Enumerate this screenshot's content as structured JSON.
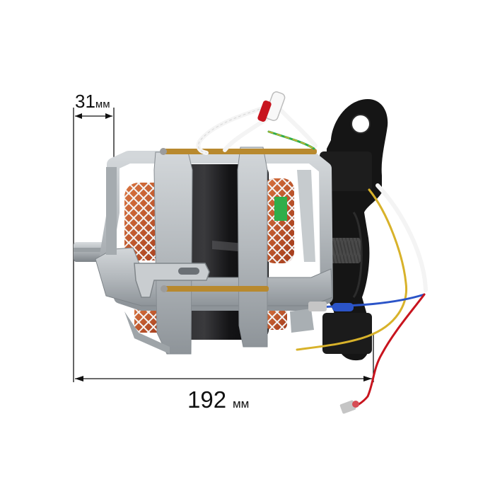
{
  "product": {
    "kind": "electric-motor-photo"
  },
  "dimensions": {
    "shaft_length": {
      "value": "31",
      "unit": "мм"
    },
    "total_length": {
      "value": "192",
      "unit": "мм"
    }
  },
  "colors": {
    "aluminum": "#b9bec2",
    "aluminum_dark": "#8d9398",
    "stator_core": "#1c1c1e",
    "copper": "#c4542a",
    "black_plastic": "#141414",
    "wire_white": "#f2f2f2",
    "wire_blue": "#2b54c8",
    "wire_red": "#c8141e",
    "wire_yellow": "#d8b22a",
    "insulation_green": "#2fae4a"
  }
}
